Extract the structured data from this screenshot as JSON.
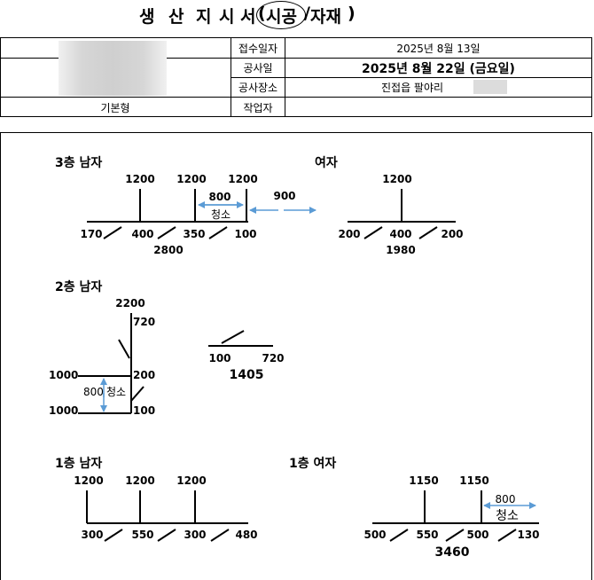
{
  "title": {
    "chars": [
      "생",
      "산",
      "지",
      "시",
      "서",
      "(",
      "시공",
      "/",
      "자재",
      ")"
    ]
  },
  "header": {
    "receipt_label": "접수일자",
    "receipt_value": "2025년 8월 13일",
    "work_date_label": "공사일",
    "work_date_value": "2025년 8월 22일 (금요일)",
    "site_label": "공사장소",
    "site_value": "진접읍 팔야리",
    "worker_label": "작업자",
    "worker_value": "",
    "model_label": "기본형"
  },
  "sections": {
    "f3_men": {
      "title": "3층 남자",
      "top": [
        "1200",
        "1200",
        "1200"
      ],
      "bottom": [
        "170",
        "400",
        "350",
        "100"
      ],
      "total": "2800",
      "gap_a": "800",
      "gap_b": "900",
      "cleaning": "청소"
    },
    "f3_women": {
      "title": "여자",
      "top": [
        "1200"
      ],
      "bottom": [
        "200",
        "400",
        "200"
      ],
      "total": "1980"
    },
    "f2_men": {
      "title": "2층 남자",
      "top": "2200",
      "upper": "720",
      "mid_left": "1000",
      "mid_right": "200",
      "gap": "800",
      "cleaning": "청소",
      "low_left": "1000",
      "low_right": "100",
      "side_left": "100",
      "side_right": "720",
      "side_total": "1405"
    },
    "f1_men": {
      "title": "1층 남자",
      "top": [
        "1200",
        "1200",
        "1200"
      ],
      "bottom": [
        "300",
        "550",
        "300",
        "480"
      ]
    },
    "f1_women": {
      "title": "1층 여자",
      "top": [
        "1150",
        "1150"
      ],
      "bottom": [
        "500",
        "550",
        "500",
        "130"
      ],
      "total": "3460",
      "gap": "800",
      "cleaning": "청소"
    }
  },
  "colors": {
    "arrow": "#5b9bd5",
    "line": "#000000"
  }
}
